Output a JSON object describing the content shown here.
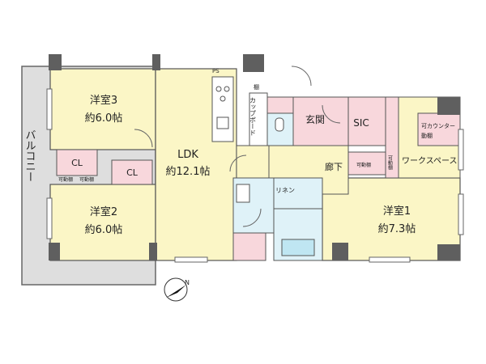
{
  "rooms": {
    "western3": {
      "name": "洋室3",
      "area": "約6.0帖"
    },
    "western2": {
      "name": "洋室2",
      "area": "約6.0帖"
    },
    "western1": {
      "name": "洋室1",
      "area": "約7.3帖"
    },
    "ldk": {
      "name": "LDK",
      "area": "約12.1帖"
    },
    "entrance": "玄関",
    "sic": "SIC",
    "hallway": "廊下",
    "cl_left": "CL",
    "cl_right": "CL",
    "balcony": "バルコニー"
  },
  "labels": {
    "shelf1": "可動棚",
    "shelf2": "可動棚",
    "cupboard": "カップボード",
    "pipe": "PS",
    "shelf_small": "棚",
    "linen": "リネン",
    "shelf_hall": "可動棚",
    "counter": "可カウンター",
    "counter_shelf": "動棚",
    "workspace": "ワークスペース",
    "workspace_shelf": "可動棚"
  },
  "colors": {
    "western": "#fbf6c6",
    "ldk": "#fbf6c6",
    "closet": "#f8d7dc",
    "wet": "#dff2f8",
    "balcony": "#dedede",
    "wall": "#5f5f5f"
  }
}
